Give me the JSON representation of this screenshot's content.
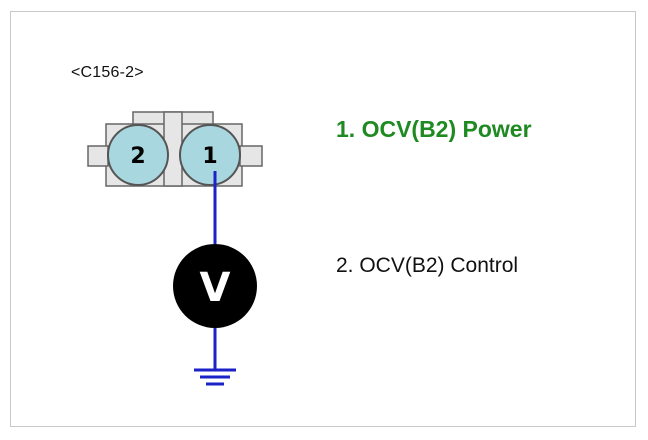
{
  "connector": {
    "id_label": "<C156-2>",
    "pins": [
      {
        "number": "2",
        "description": "2. OCV(B2) Control"
      },
      {
        "number": "1",
        "description": "1. OCV(B2) Power"
      }
    ]
  },
  "meter": {
    "symbol": "V"
  },
  "colors": {
    "pin_fill": "#a9d7df",
    "highlight_text": "#1f8a22",
    "wire": "#1a22c8",
    "meter_fill": "#000000"
  },
  "icons": {
    "meter": "voltmeter-icon",
    "ground": "ground-icon"
  }
}
